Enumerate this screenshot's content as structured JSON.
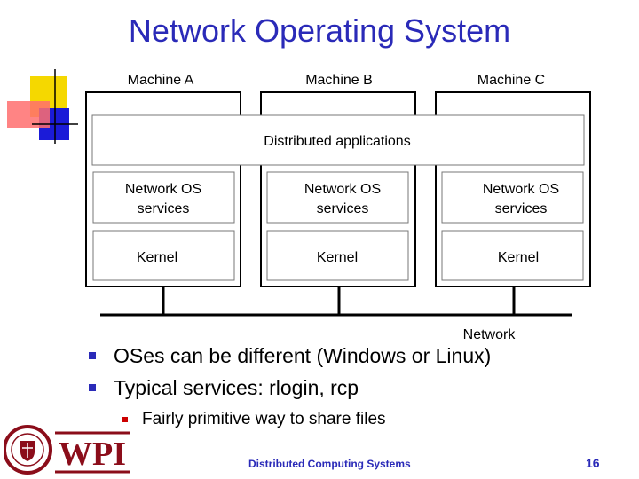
{
  "title": "Network Operating System",
  "machines": [
    {
      "name": "Machine A",
      "services": [
        "Network OS",
        "services"
      ],
      "kernel": "Kernel"
    },
    {
      "name": "Machine B",
      "services": [
        "Network OS",
        "services"
      ],
      "kernel": "Kernel"
    },
    {
      "name": "Machine C",
      "services": [
        "Network OS",
        "services"
      ],
      "kernel": "Kernel"
    }
  ],
  "distributed_apps": "Distributed applications",
  "network_label": "Network",
  "bullets": [
    {
      "level": 1,
      "text": "OSes can be different (Windows or Linux)"
    },
    {
      "level": 1,
      "text": "Typical services: rlogin, rcp"
    },
    {
      "level": 2,
      "text": "Fairly primitive way to share files"
    }
  ],
  "footer": "Distributed Computing Systems",
  "page_number": "16",
  "logo": {
    "text": "WPI"
  },
  "colors": {
    "title": "#2a2ab8",
    "logo": "#8b0d1a",
    "deco_yellow": "#f5d800",
    "deco_blue": "#1b1bd8",
    "deco_red": "#ff5a5a"
  }
}
